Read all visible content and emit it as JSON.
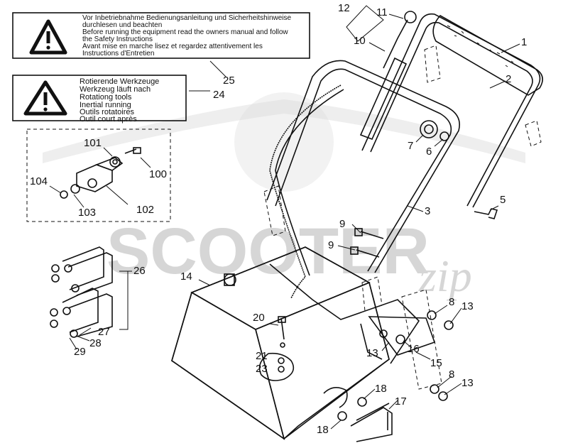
{
  "warning_labels": [
    {
      "id": "25",
      "lines": [
        "Vor Inbetriebnahme Bedienungsanleitung und Sicherheitshinweise",
        "durchlesen und beachten",
        "Before running the equipment read the owners manual and follow",
        "the Safety Instructions",
        "Avant mise en marche lisez et regardez attentivement les",
        "Instructions d'Entretien"
      ]
    },
    {
      "id": "24",
      "lines": [
        "Rotierende Werkzeuge",
        "Werkzeug läuft nach",
        "Rotationg tools",
        "Inertial running",
        "Outils rotatoires",
        "Outil court après"
      ]
    }
  ],
  "watermark": {
    "text": "SCOOTER",
    "script": "zip"
  },
  "parts": [
    "1",
    "2",
    "3",
    "5",
    "6",
    "7",
    "8",
    "9",
    "10",
    "11",
    "12",
    "13",
    "14",
    "15",
    "16",
    "17",
    "18",
    "20",
    "21",
    "23",
    "24",
    "25",
    "26",
    "27",
    "28",
    "29",
    "100",
    "101",
    "102",
    "103",
    "104"
  ]
}
